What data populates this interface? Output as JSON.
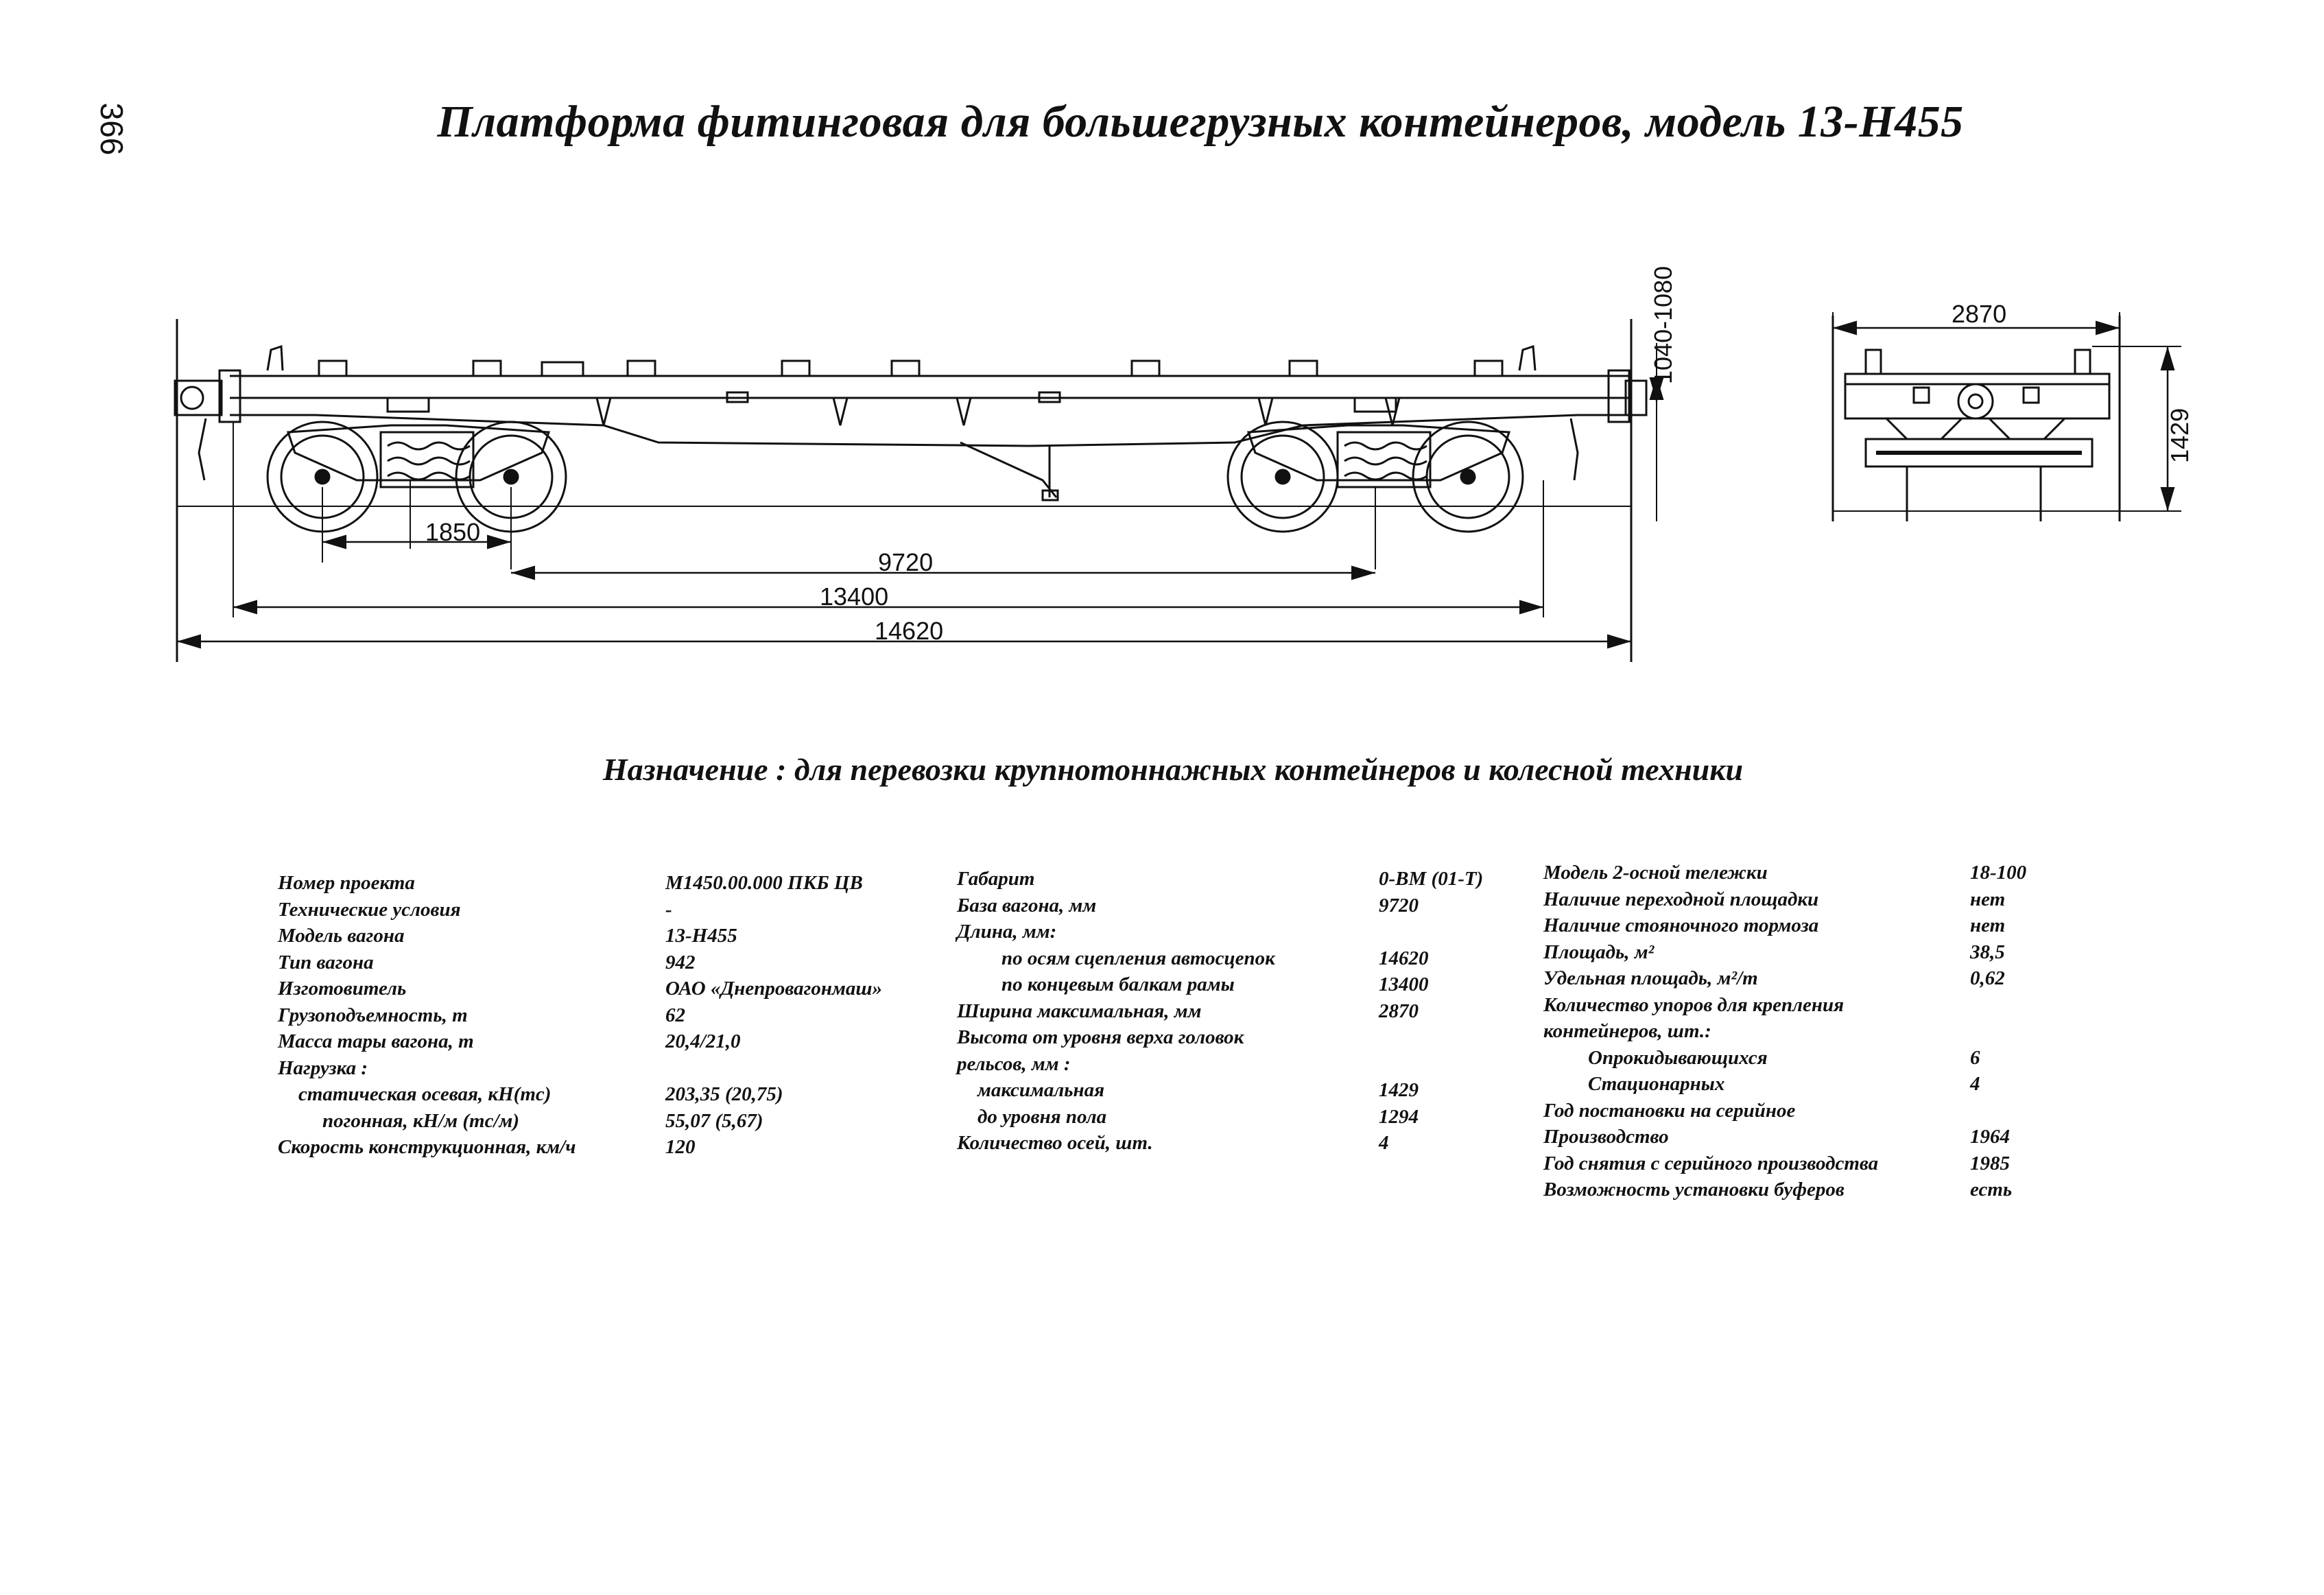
{
  "page_number": "366",
  "title": "Платформа фитинговая для большегрузных контейнеров, модель 13-Н455",
  "purpose": "Назначение : для перевозки крупнотоннажных контейнеров и колесной техники",
  "drawing": {
    "dimensions": {
      "bogie_base": "1850",
      "car_base": "9720",
      "frame_length": "13400",
      "coupling_length": "14620",
      "height_range": "1040-1080",
      "width": "2870",
      "height": "1429"
    }
  },
  "specs": {
    "col1": [
      {
        "label": "Номер проекта",
        "value": "М1450.00.000 ПКБ ЦВ"
      },
      {
        "label": "Технические условия",
        "value": "-"
      },
      {
        "label": "Модель вагона",
        "value": "13-Н455"
      },
      {
        "label": "Тип вагона",
        "value": "942"
      },
      {
        "label": "Изготовитель",
        "value": "ОАО «Днепровагонмаш»"
      },
      {
        "label": "Грузоподъемность, т",
        "value": "62"
      },
      {
        "label": "Масса тары вагона, т",
        "value": "20,4/21,0"
      },
      {
        "label": "Нагрузка :",
        "value": ""
      },
      {
        "label": "статическая осевая, кН(тс)",
        "value": "203,35  (20,75)"
      },
      {
        "label": "погонная, кН/м (тс/м)",
        "value": "55,07 (5,67)"
      },
      {
        "label": "Скорость конструкционная, км/ч",
        "value": "120"
      }
    ],
    "col2": [
      {
        "label": "Габарит",
        "value": "0-ВМ (01-Т)"
      },
      {
        "label": "База вагона, мм",
        "value": "9720"
      },
      {
        "label": "Длина, мм:",
        "value": ""
      },
      {
        "label": "по осям сцепления автосцепок",
        "value": "14620"
      },
      {
        "label": "по концевым балкам рамы",
        "value": "13400"
      },
      {
        "label": "Ширина максимальная, мм",
        "value": "2870"
      },
      {
        "label": "Высота от уровня верха головок",
        "value": ""
      },
      {
        "label": "рельсов, мм :",
        "value": ""
      },
      {
        "label": "максимальная",
        "value": "1429"
      },
      {
        "label": "до уровня пола",
        "value": "1294"
      },
      {
        "label": "Количество осей, шт.",
        "value": "4"
      }
    ],
    "col3": [
      {
        "label": "Модель 2-осной тележки",
        "value": "18-100"
      },
      {
        "label": "Наличие переходной площадки",
        "value": "нет"
      },
      {
        "label": "Наличие стояночного тормоза",
        "value": "нет"
      },
      {
        "label": "Площадь, м²",
        "value": "38,5"
      },
      {
        "label": "Удельная площадь, м²/т",
        "value": "0,62"
      },
      {
        "label": "Количество упоров для крепления",
        "value": ""
      },
      {
        "label": "контейнеров, шт.:",
        "value": ""
      },
      {
        "label": "Опрокидывающихся",
        "value": "6"
      },
      {
        "label": "Стационарных",
        "value": "4"
      },
      {
        "label": "Год постановки на серийное",
        "value": ""
      },
      {
        "label": "Производство",
        "value": "1964"
      },
      {
        "label": "Год снятия с серийного производства",
        "value": "1985"
      },
      {
        "label": "Возможность установки буферов",
        "value": "есть"
      }
    ]
  }
}
